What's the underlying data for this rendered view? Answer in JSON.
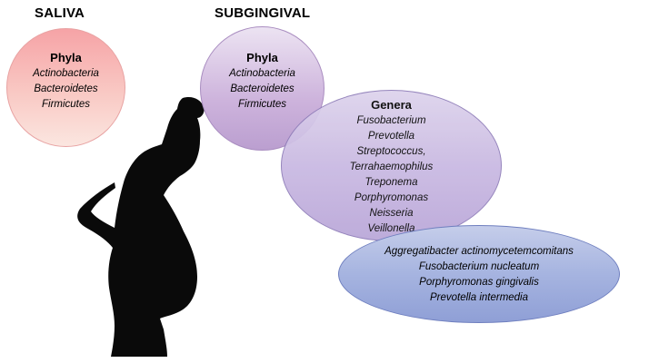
{
  "headings": {
    "saliva": "SALIVA",
    "subgingival": "SUBGINGIVAL"
  },
  "saliva_bubble": {
    "title": "Phyla",
    "items": [
      "Actinobacteria",
      "Bacteroidetes",
      "Firmicutes"
    ]
  },
  "subgingival_phyla_bubble": {
    "title": "Phyla",
    "items": [
      "Actinobacteria",
      "Bacteroidetes",
      "Firmicutes"
    ]
  },
  "genera_bubble": {
    "title": "Genera",
    "items": [
      "Fusobacterium",
      "Prevotella",
      "Streptococcus,",
      "Terrahaemophilus",
      "Treponema",
      "Porphyromonas",
      "Neisseria",
      "Veillonella"
    ]
  },
  "species_bubble": {
    "items": [
      "Aggregatibacter actinomycetemcomitans",
      "Fusobacterium nucleatum",
      "Porphyromonas gingivalis",
      "Prevotella intermedia"
    ]
  },
  "icons": {
    "silhouette": "pregnant-woman-silhouette-icon"
  }
}
